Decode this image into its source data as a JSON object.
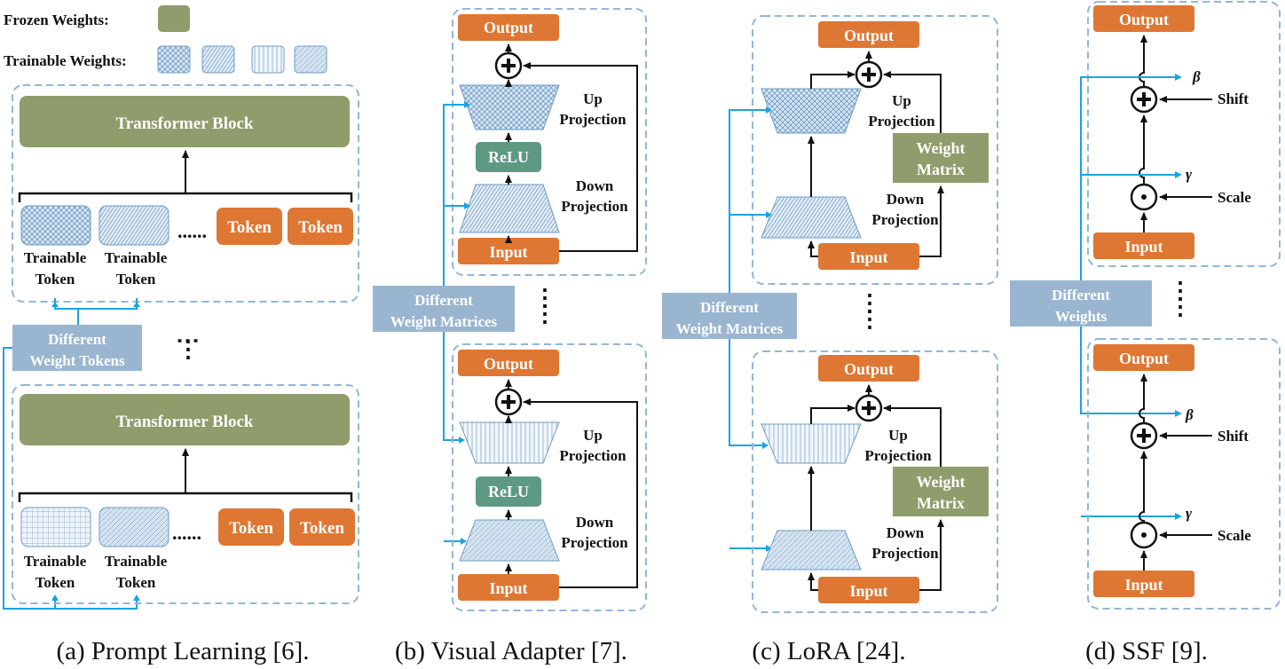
{
  "legend": {
    "frozen_label": "Frozen Weights:",
    "trainable_label": "Trainable Weights:"
  },
  "colors": {
    "frozen": "#8f9c6b",
    "token": "#dd7733",
    "relu": "#5e9982",
    "selector": "#9ab5d0",
    "arrow_blue": "#1aa3e0",
    "dash_border": "#93b6d6"
  },
  "panel_a": {
    "block_top": "Transformer Block",
    "block_bottom": "Transformer Block",
    "trainable_top_1": [
      "Trainable",
      "Token"
    ],
    "trainable_top_2": [
      "Trainable",
      "Token"
    ],
    "token_top_1": "Token",
    "token_top_2": "Token",
    "trainable_bot_1": [
      "Trainable",
      "Token"
    ],
    "trainable_bot_2": [
      "Trainable",
      "Token"
    ],
    "token_bot_1": "Token",
    "token_bot_2": "Token",
    "ellipsis": "......",
    "selector": [
      "Different",
      "Weight Tokens"
    ],
    "caption": "(a) Prompt Learning [6]."
  },
  "panel_b": {
    "output_top": "Output",
    "up_top": [
      "Up",
      "Projection"
    ],
    "relu_top": "ReLU",
    "down_top": [
      "Down",
      "Projection"
    ],
    "input_top": "Input",
    "output_bot": "Output",
    "up_bot": [
      "Up",
      "Projection"
    ],
    "relu_bot": "ReLU",
    "down_bot": [
      "Down",
      "Projection"
    ],
    "input_bot": "Input",
    "selector": [
      "Different",
      "Weight Matrices"
    ],
    "caption": "(b) Visual Adapter [7]."
  },
  "panel_c": {
    "output_top": "Output",
    "up_top": [
      "Up",
      "Projection"
    ],
    "weight_top": [
      "Weight",
      "Matrix"
    ],
    "down_top": [
      "Down",
      "Projection"
    ],
    "input_top": "Input",
    "output_bot": "Output",
    "up_bot": [
      "Up",
      "Projection"
    ],
    "weight_bot": [
      "Weight",
      "Matrix"
    ],
    "down_bot": [
      "Down",
      "Projection"
    ],
    "input_bot": "Input",
    "selector": [
      "Different",
      "Weight Matrices"
    ],
    "caption": "(c) LoRA [24]."
  },
  "panel_d": {
    "output_top": "Output",
    "beta_top": "β",
    "shift_top": "Shift",
    "gamma_top": "γ",
    "scale_top": "Scale",
    "input_top": "Input",
    "output_bot": "Output",
    "beta_bot": "β",
    "shift_bot": "Shift",
    "gamma_bot": "γ",
    "scale_bot": "Scale",
    "input_bot": "Input",
    "selector": [
      "Different",
      "Weights"
    ],
    "caption": "(d) SSF [9]."
  }
}
